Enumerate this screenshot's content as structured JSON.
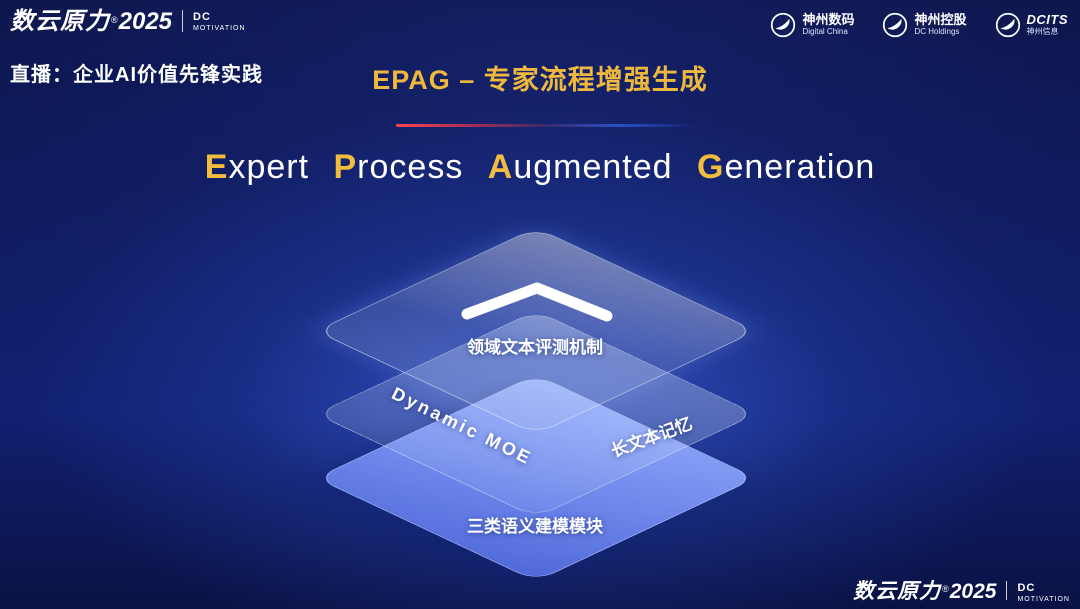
{
  "slide": {
    "brand": {
      "name": "数云原力",
      "reg": "®",
      "year": "2025",
      "sub_top": "DC",
      "sub_bottom": "MOTIVATION"
    },
    "live_label": "直播：企业AI价值先锋实践",
    "title": "EPAG – 专家流程增强生成",
    "partners": [
      {
        "name": "神州数码",
        "sub": "Digital China"
      },
      {
        "name": "神州控股",
        "sub": "DC Holdings"
      },
      {
        "name": "DCITS",
        "sub": "神州信息"
      }
    ],
    "heading": {
      "words": [
        {
          "initial": "E",
          "rest": "xpert"
        },
        {
          "initial": "P",
          "rest": "rocess"
        },
        {
          "initial": "A",
          "rest": "ugmented"
        },
        {
          "initial": "G",
          "rest": "eneration"
        }
      ]
    },
    "diagram": {
      "top_layer_label": "领域文本评测机制",
      "middle_layer_label_left": "Dynamic MOE",
      "middle_layer_label_right": "长文本记忆",
      "bottom_layer_label": "三类语义建模模块"
    },
    "colors": {
      "accent_gold": "#f2bc3f",
      "layer_blue": "#6e8cf0",
      "divider_red": "#ff4455",
      "divider_blue": "#2a50c8",
      "background_deep": "#0b1140"
    }
  }
}
